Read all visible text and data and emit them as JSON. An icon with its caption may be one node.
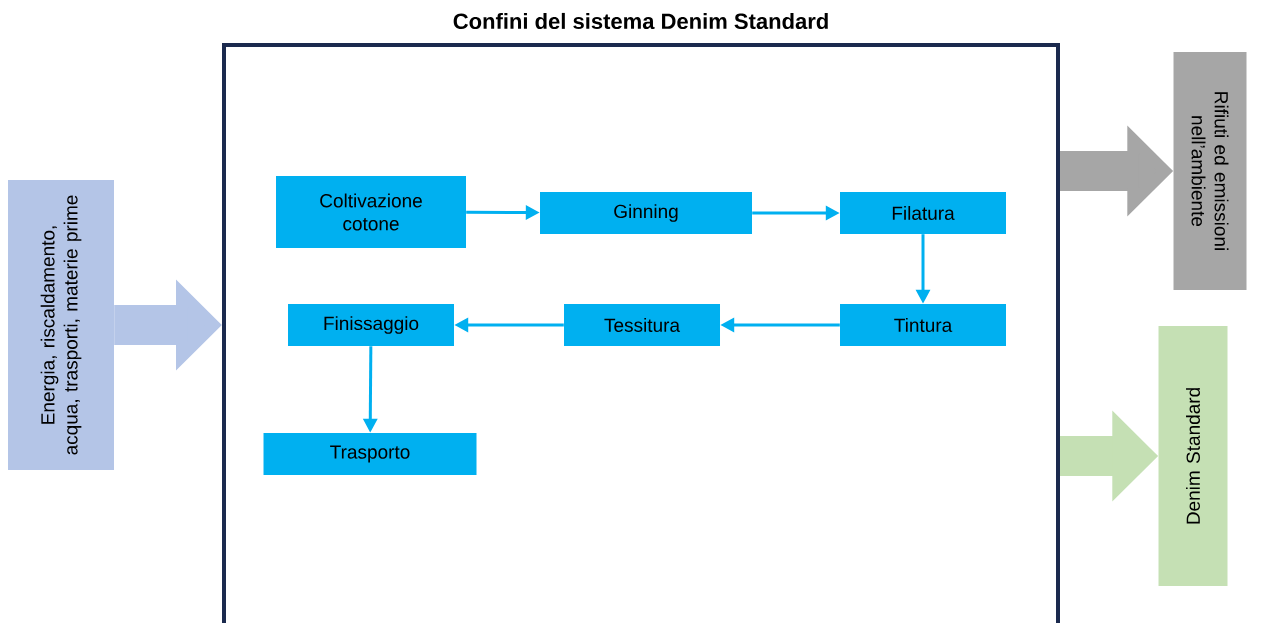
{
  "diagram": {
    "nodes": [
      {
        "text": [
          "Confini del sistema Denim Standard"
        ]
      },
      {
        "text": [
          "Coltivazione cotone"
        ],
        "in": 0
      },
      {
        "text": [
          "Ginning"
        ],
        "in": 0
      },
      {
        "text": [
          "Filatura"
        ],
        "in": 0
      },
      {
        "text": [
          "Tintura"
        ],
        "in": 0
      },
      {
        "text": [
          "Tessitura"
        ],
        "in": 0
      },
      {
        "text": [
          "Finissaggio"
        ],
        "in": 0
      },
      {
        "text": [
          "Trasporto"
        ],
        "in": 0
      },
      {
        "text": [
          "Energia, riscaldamento, acqua, trasporti, materie prime"
        ]
      },
      {
        "text": [
          "Rifiuti ed emissioni nell’ambiente"
        ]
      },
      {
        "text": [
          "Denim Standard"
        ]
      }
    ],
    "edges": [
      {
        "from": 1,
        "to": 2,
        "arrow": "to"
      },
      {
        "from": 2,
        "to": 3,
        "arrow": "to"
      },
      {
        "from": 3,
        "to": 4,
        "arrow": "to"
      },
      {
        "from": 4,
        "to": 5,
        "arrow": "to"
      },
      {
        "from": 5,
        "to": 6,
        "arrow": "to"
      },
      {
        "from": 6,
        "to": 7,
        "arrow": "to"
      },
      {
        "from": 8,
        "to": 0,
        "arrow": "to",
        "style": "thick",
        "color": "#b4c5e7"
      },
      {
        "from": 0,
        "to": 9,
        "arrow": "to",
        "style": "thick",
        "color": "#a6a6a6"
      },
      {
        "from": 0,
        "to": 10,
        "arrow": "to",
        "style": "thick",
        "color": "#c5e0b4"
      }
    ]
  }
}
